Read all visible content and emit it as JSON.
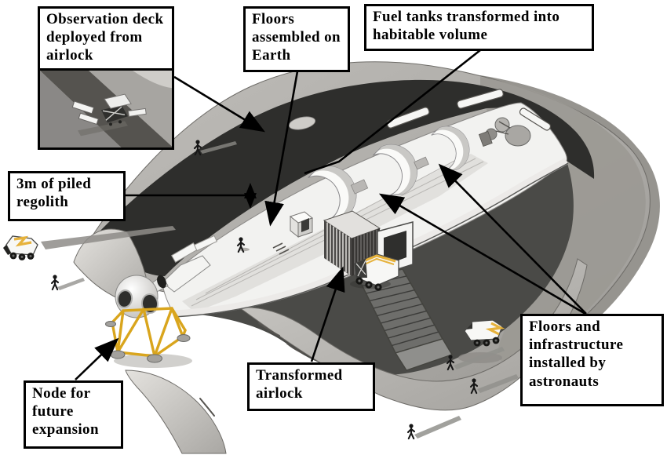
{
  "colors": {
    "background": "#ffffff",
    "berm_light": "#b3b1ad",
    "berm_shadow": "#96948f",
    "regolith_cut_dark": "#2e2e2c",
    "pit_shadow": "#4a4a47",
    "hull_white": "#f2f2f0",
    "truss_yellow": "#d9a51d",
    "rover_chevron_yellow": "#e6b23c",
    "callout_border": "#000000",
    "callout_background": "#ffffff"
  },
  "callouts": {
    "observation_deck": {
      "text": "Observation deck deployed from airlock"
    },
    "floors_earth": {
      "text": "Floors assembled on Earth"
    },
    "fuel_tanks": {
      "text": "Fuel tanks transformed into habitable volume"
    },
    "piled_regolith": {
      "text": "3m of piled regolith"
    },
    "expansion_node": {
      "text": "Node for future expansion"
    },
    "transformed_airlock": {
      "text": "Transformed airlock"
    },
    "floors_infrastructure": {
      "text": "Floors and infrastructure installed by astronauts"
    }
  },
  "scene": {
    "objects": [
      "regolith berm covering buried horizontal spacecraft",
      "cutaway interior with floors and dome bulkheads",
      "inset view of observation deck deployed on hull",
      "accordion airlock tunnel with exit frame and ramp",
      "docking node on yellow support truss",
      "three surface rovers with yellow chevrons",
      "astronauts with long shadows",
      "3 m regolith thickness measurement arrow"
    ]
  }
}
